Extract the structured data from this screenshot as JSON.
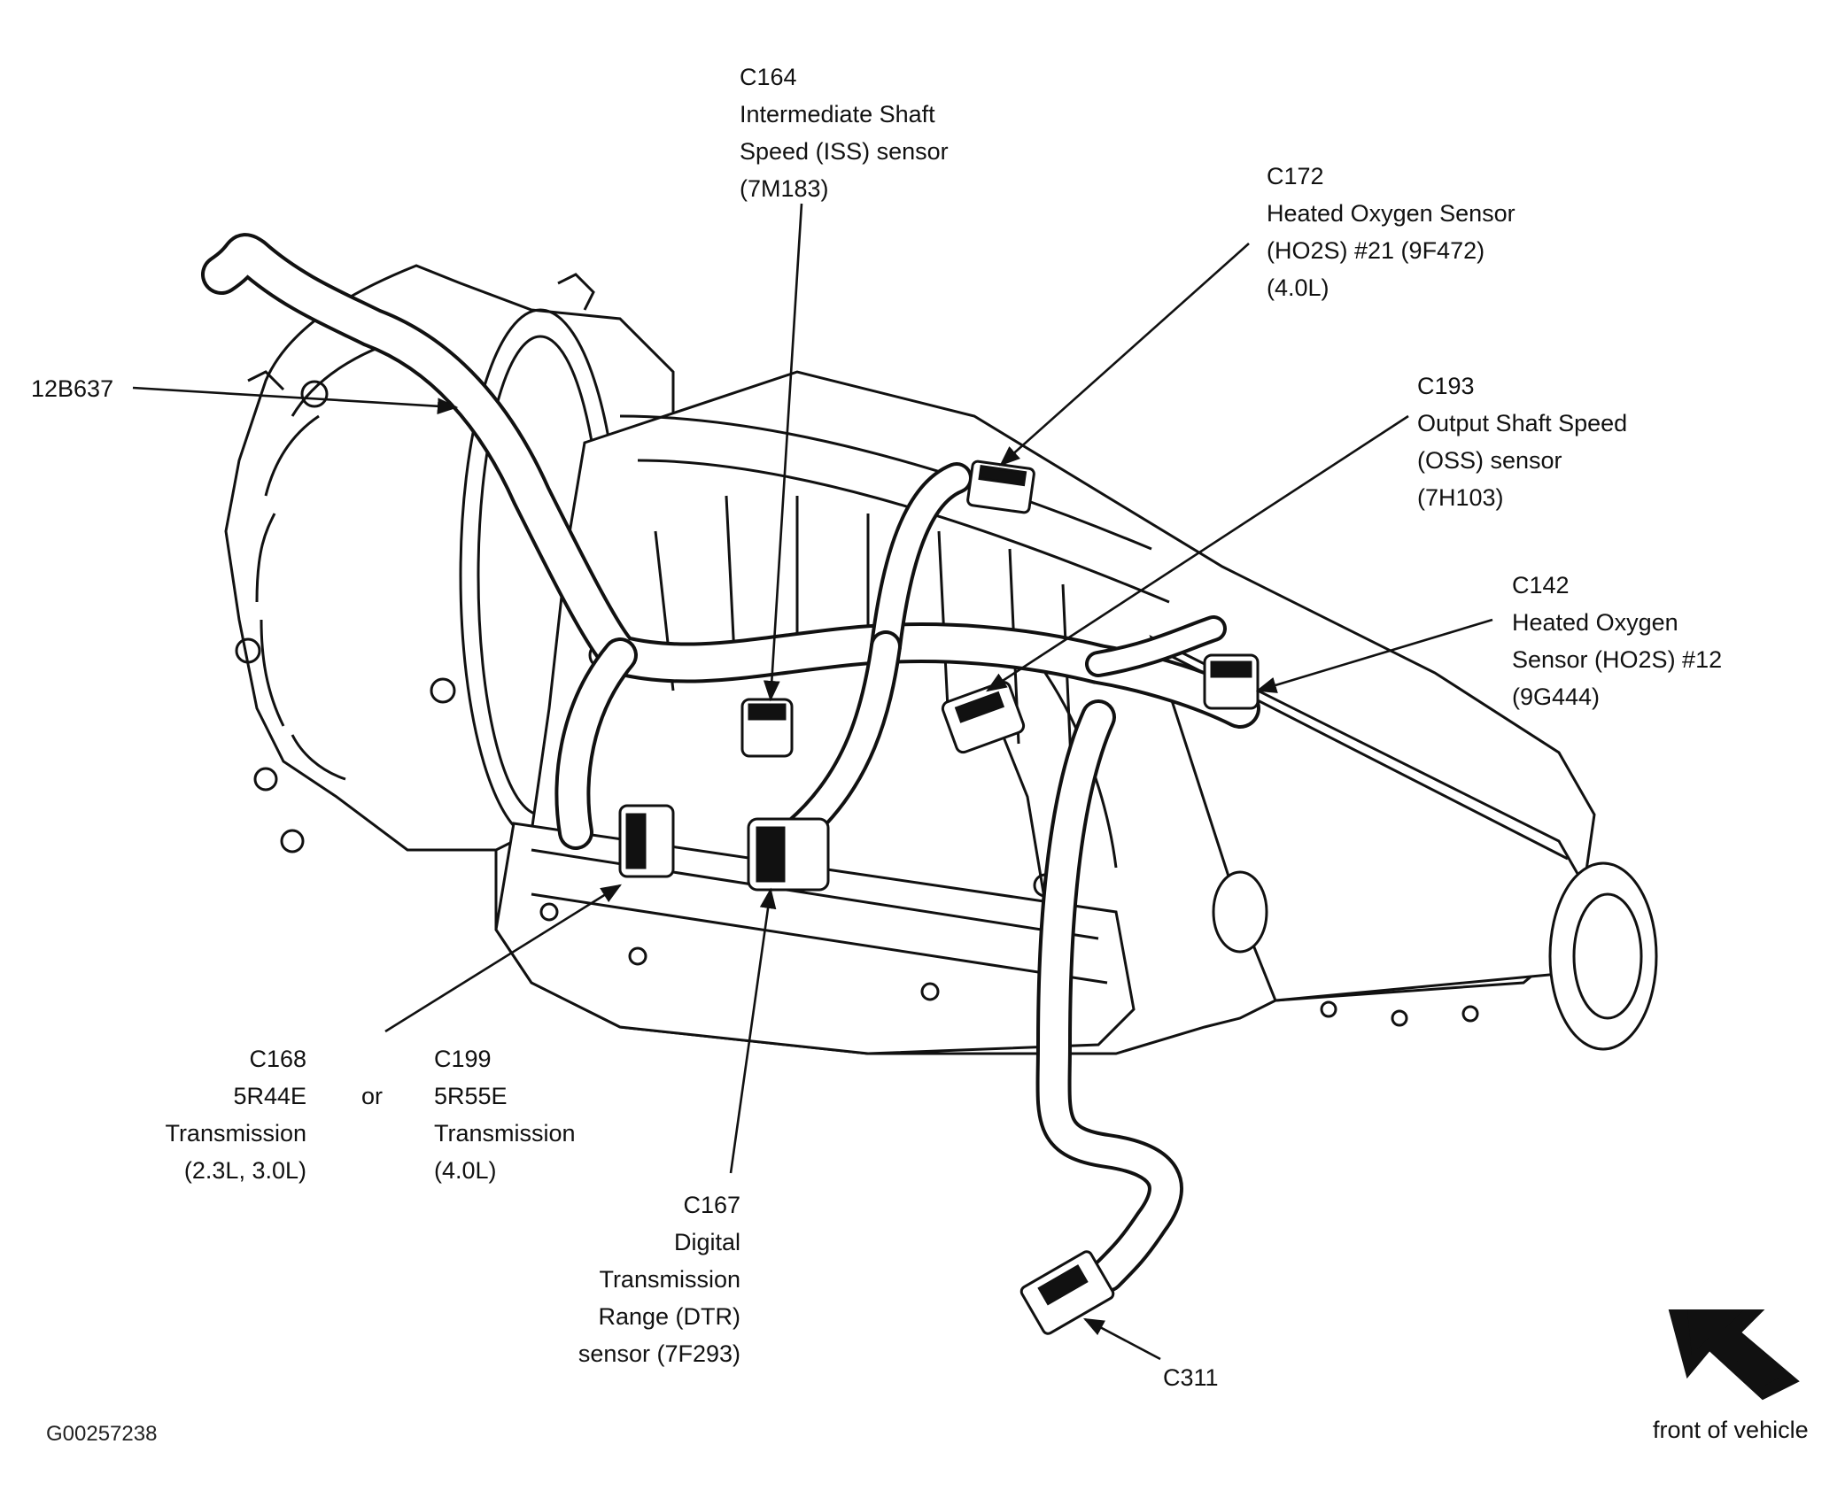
{
  "figure_id": "G00257238",
  "callouts": {
    "c164": [
      "C164",
      "Intermediate Shaft",
      "Speed (ISS) sensor",
      "(7M183)"
    ],
    "c172": [
      "C172",
      "Heated Oxygen Sensor",
      "(HO2S) #21 (9F472)",
      "(4.0L)"
    ],
    "c193": [
      "C193",
      "Output Shaft Speed",
      "(OSS) sensor",
      "(7H103)"
    ],
    "c142": [
      "C142",
      "Heated Oxygen",
      "Sensor (HO2S) #12",
      "(9G444)"
    ],
    "harness": "12B637",
    "c168": [
      "C168",
      "5R44E",
      "Transmission",
      "(2.3L, 3.0L)"
    ],
    "or": "or",
    "c199": [
      "C199",
      "5R55E",
      "Transmission",
      "(4.0L)"
    ],
    "c167": [
      "C167",
      "Digital",
      "Transmission",
      "Range (DTR)",
      "sensor (7F293)"
    ],
    "c311": "C311"
  },
  "front_label": "front of vehicle",
  "colors": {
    "ink": "#111111",
    "background": "#ffffff"
  }
}
